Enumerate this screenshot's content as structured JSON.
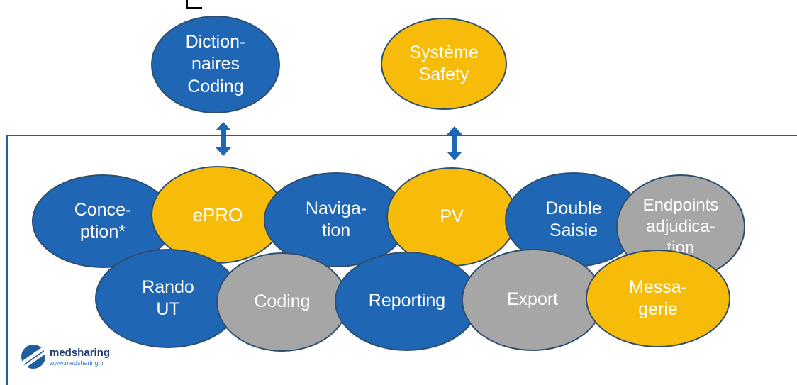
{
  "top": {
    "dictionaries": "Diction-\nnaires\nCoding",
    "safety": "Système\nSafety"
  },
  "modules_row1": [
    {
      "label": "Conce-\nption*",
      "color": "blue"
    },
    {
      "label": "ePRO",
      "color": "yellow"
    },
    {
      "label": "Naviga-\ntion",
      "color": "blue"
    },
    {
      "label": "PV",
      "color": "yellow"
    },
    {
      "label": "Double\nSaisie",
      "color": "blue"
    },
    {
      "label": "Endpoints\nadjudica-\ntion",
      "color": "grey"
    }
  ],
  "modules_row2": [
    {
      "label": "Rando\nUT",
      "color": "blue"
    },
    {
      "label": "Coding",
      "color": "grey"
    },
    {
      "label": "Reporting",
      "color": "blue"
    },
    {
      "label": "Export",
      "color": "grey"
    },
    {
      "label": "Messa-\ngerie",
      "color": "yellow"
    }
  ],
  "logo": {
    "name": "medsharing",
    "url": "www.medsharing.fr"
  },
  "colors": {
    "blue": "#1f66b5",
    "yellow": "#f7bb0a",
    "grey": "#a6a6a6",
    "frame": "#1f5f9e"
  }
}
